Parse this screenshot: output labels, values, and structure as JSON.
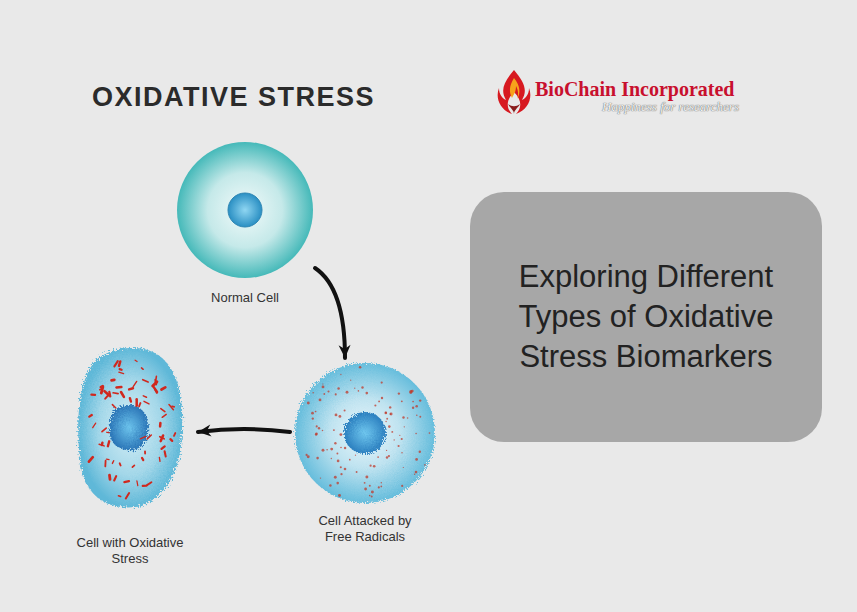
{
  "diagram": {
    "title": "OXIDATIVE STRESS",
    "nodes": [
      {
        "text": [
          "Normal Cell"
        ]
      },
      {
        "text": [
          "Cell Attacked by Free Radicals"
        ]
      },
      {
        "text": [
          "Cell with Oxidative Stress"
        ]
      },
      {
        "text": [
          "Exploring Different Types of Oxidative Stress Biomarkers"
        ]
      }
    ],
    "edges": [
      {
        "from": 0,
        "to": 1,
        "arrow": "to"
      },
      {
        "from": 1,
        "to": 2,
        "arrow": "to"
      }
    ],
    "labels": [
      "BioChain Incorporated",
      "Happiness for researchers"
    ]
  }
}
